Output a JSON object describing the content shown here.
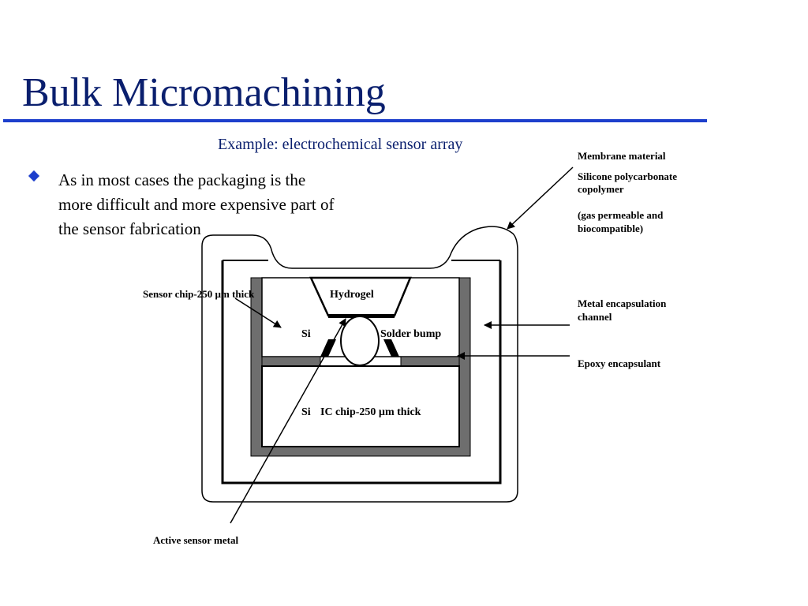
{
  "slide": {
    "title": "Bulk Micromachining",
    "subtitle": "Example: electrochemical sensor array",
    "bullets": [
      "As in most cases the packaging is the more difficult and more expensive part of the sensor fabrication"
    ]
  },
  "diagram": {
    "labels": {
      "membrane_material": "Membrane material",
      "silicone_line1": "Silicone polycarbonate",
      "silicone_line2": "copolymer",
      "gas_line1": "(gas permeable and",
      "gas_line2": "biocompatible)",
      "metal_channel_line1": "Metal encapsulation",
      "metal_channel_line2": "channel",
      "epoxy": "Epoxy encapsulant",
      "sensor_chip": "Sensor chip-250 µm thick",
      "hydrogel": "Hydrogel",
      "si_upper": "Si",
      "solder_bump": "Solder bump",
      "si_lower": "Si",
      "ic_chip": "IC chip-250 µm thick",
      "active_sensor_metal": "Active sensor metal"
    }
  },
  "colors": {
    "title": "#0a1f6e",
    "rule": "#1d3fcc",
    "bullet": "#1d3fcc",
    "encapsulation": "#6e6e6e",
    "line": "#000000"
  }
}
